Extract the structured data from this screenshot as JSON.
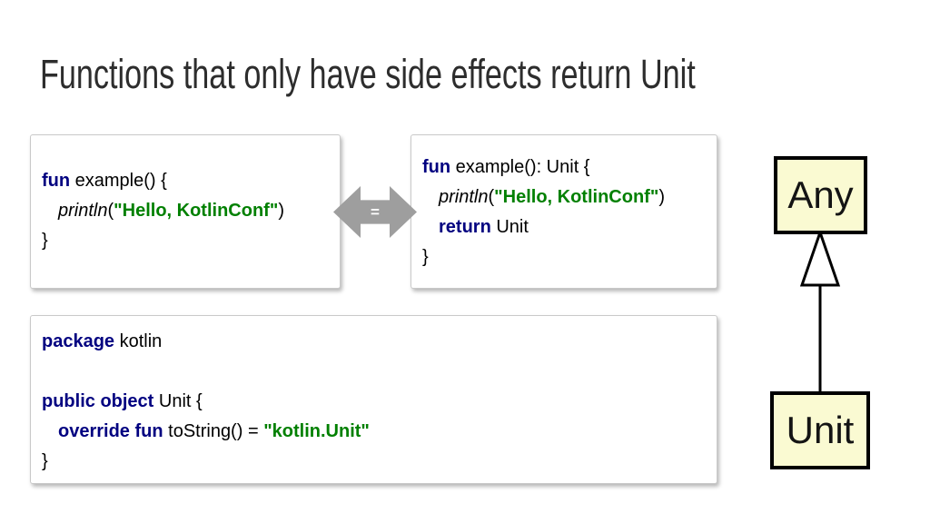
{
  "title": "Functions that only have side effects return Unit",
  "equals_arrow": {
    "label": "="
  },
  "code_left": {
    "l1_kw": "fun",
    "l1_rest": " example() {",
    "l2_fn": "println",
    "l2_open": "(",
    "l2_str": "\"Hello, KotlinConf\"",
    "l2_close": ")",
    "l3": "}"
  },
  "code_right": {
    "l1_kw": "fun",
    "l1_rest": " example(): Unit {",
    "l2_fn": "println",
    "l2_open": "(",
    "l2_str": "\"Hello, KotlinConf\"",
    "l2_close": ")",
    "l3_kw": "return",
    "l3_rest": " Unit",
    "l4": "}"
  },
  "code_bottom": {
    "l1_kw": "package",
    "l1_rest": " kotlin",
    "l3_kw": "public object",
    "l3_rest": " Unit {",
    "l4_kw": "override fun",
    "l4_mid": " toString() = ",
    "l4_str": "\"kotlin.Unit\"",
    "l5": "}"
  },
  "diagram": {
    "any_label": "Any",
    "unit_label": "Unit"
  },
  "colors": {
    "keyword": "#000080",
    "string": "#008000",
    "arrow_gray": "#9e9e9e",
    "class_box_fill": "#fafad2",
    "class_box_border": "#000000",
    "title_text": "#2d2d2d"
  }
}
